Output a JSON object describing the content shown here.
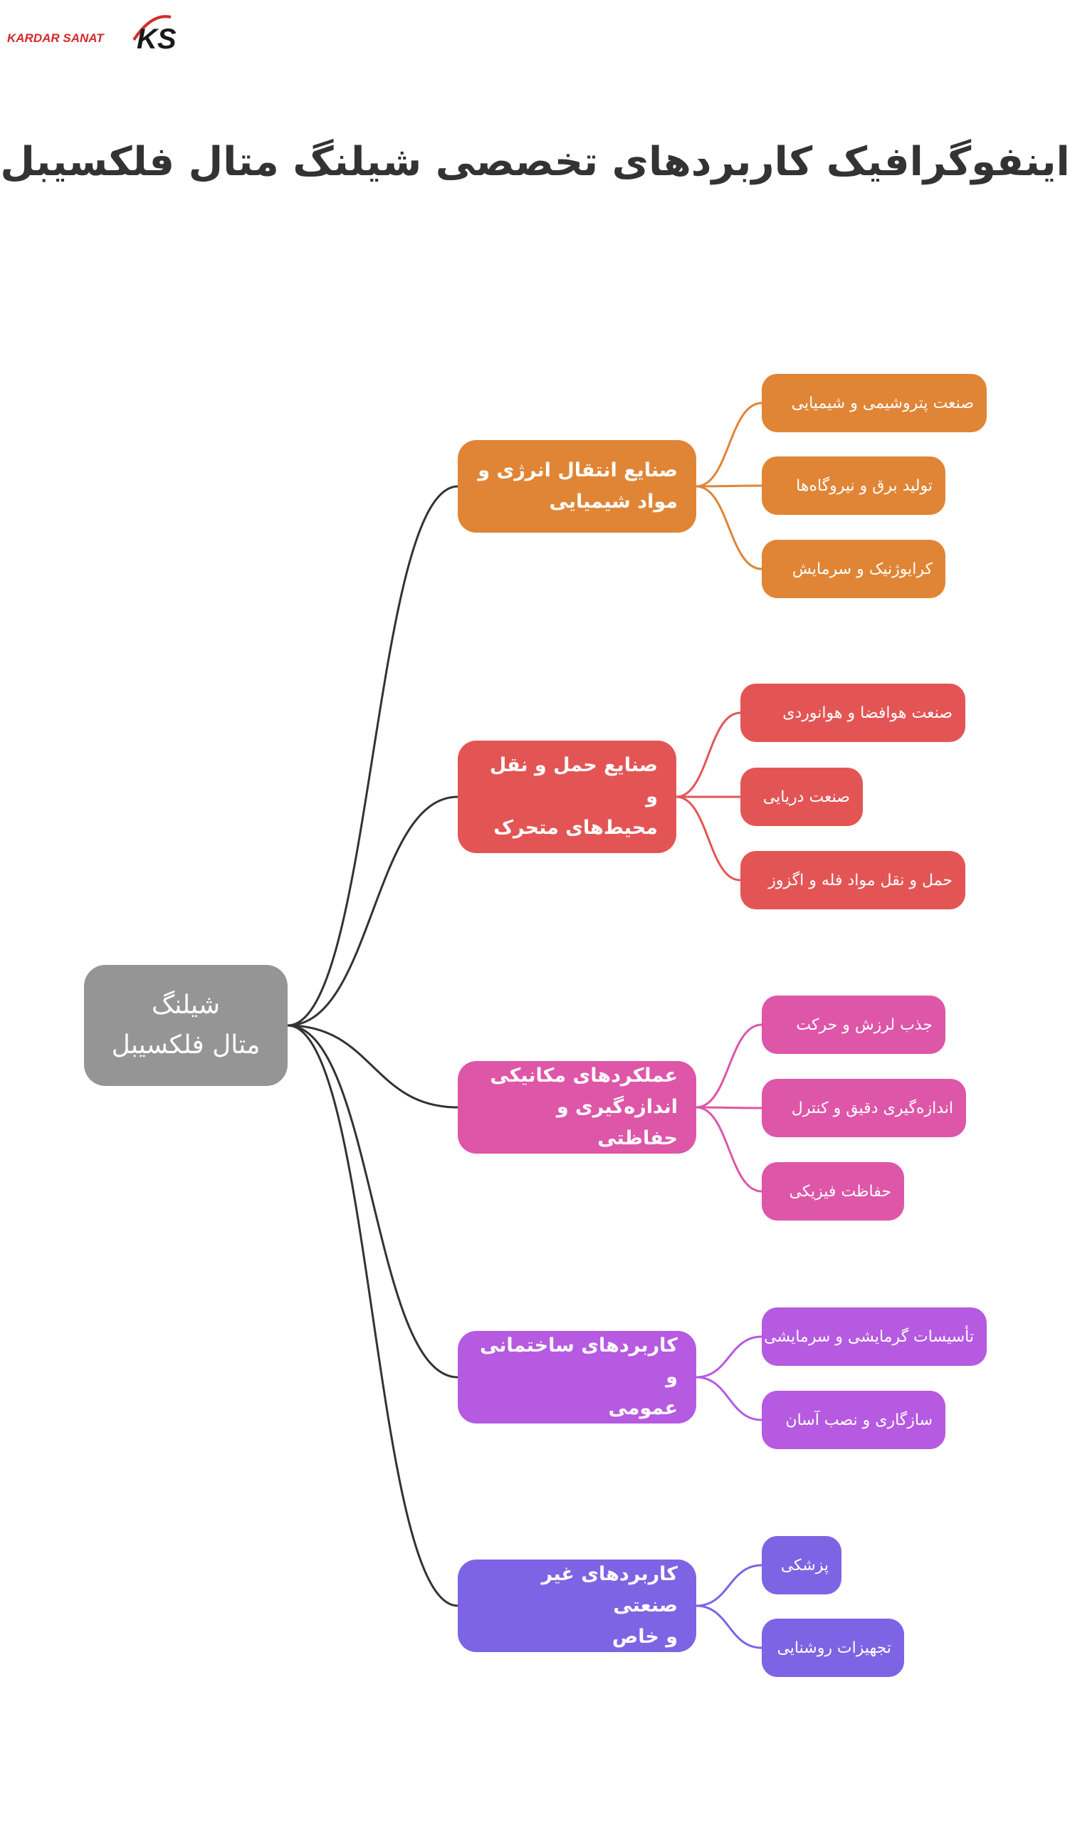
{
  "logo": {
    "text": "KARDAR SANAT",
    "mark": "KS"
  },
  "title": "اینفوگرافیک کاربردهای تخصصی شیلنگ متال فلکسیبل",
  "center": {
    "label": "شیلنگ\nمتال فلکسیبل",
    "color": "#959595"
  },
  "line_color": "#333333",
  "categories": [
    {
      "label": "صنایع انتقال انرژی و\nمواد شیمیایی",
      "color": "#E08535",
      "items": [
        "صنعت پتروشیمی و شیمیایی",
        "تولید برق و نیروگاه‌ها",
        "کرایوژنیک و سرمایش"
      ]
    },
    {
      "label": "صنایع حمل و نقل و\nمحیط‌های متحرک",
      "color": "#E35555",
      "items": [
        "صنعت هوافضا و هوانوردی",
        "صنعت دریایی",
        "حمل و نقل مواد فله و اگزوز"
      ]
    },
    {
      "label": "عملکردهای مکانیکی\nاندازه‌گیری و حفاظتی",
      "color": "#DE56A8",
      "items": [
        "جذب لرزش و حرکت",
        "اندازه‌گیری دقیق و کنترل",
        "حفاظت فیزیکی"
      ]
    },
    {
      "label": "کاربردهای ساختمانی و\nعمومی",
      "color": "#B65AE1",
      "items": [
        "تأسیسات گرمایشی و سرمایشی",
        "سازگاری و نصب آسان"
      ]
    },
    {
      "label": "کاربردهای غیر صنعتی\nو خاص",
      "color": "#7D64E4",
      "items": [
        "پزشکی",
        "تجهیزات روشنایی"
      ]
    }
  ]
}
